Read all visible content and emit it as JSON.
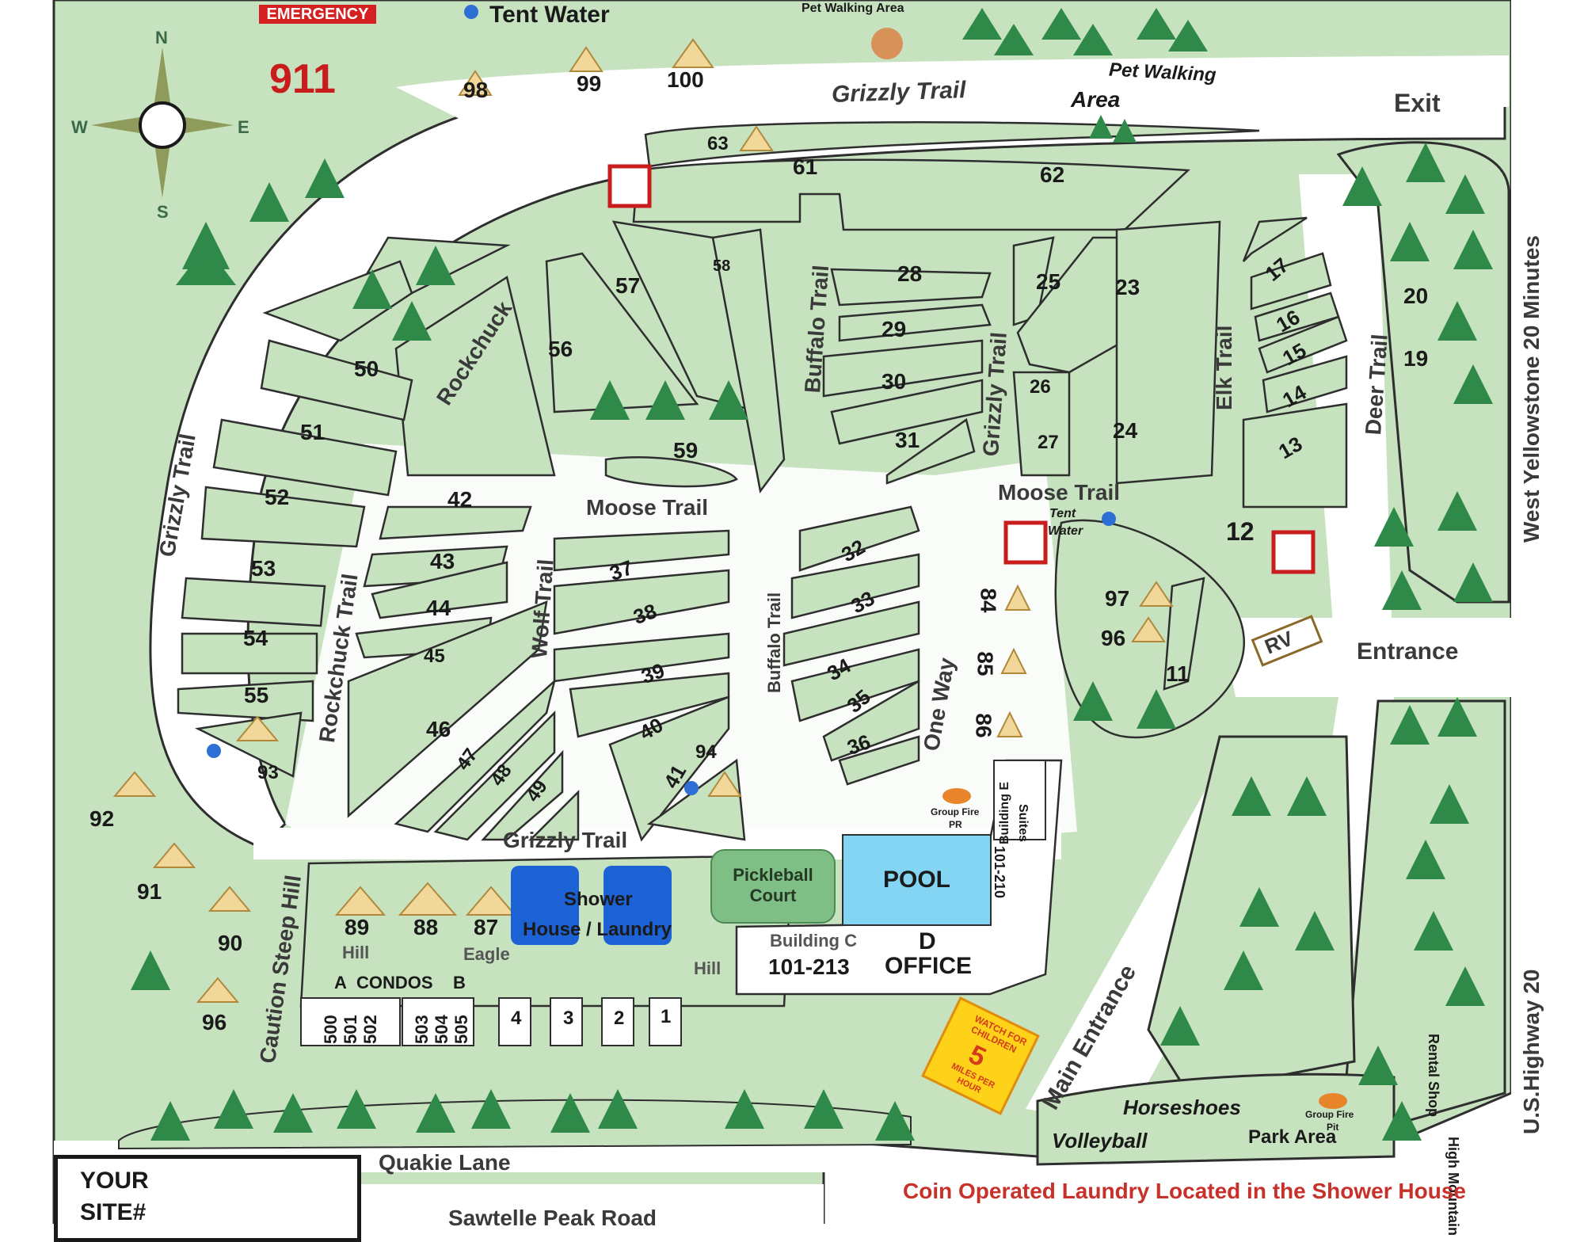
{
  "colors": {
    "grass": "#c6e2bf",
    "road": "#ffffff",
    "outline": "#2e2e2e",
    "tree": "#2f8a4a",
    "tent": "#f2d79a",
    "pool": "#84d4f3",
    "pickleball": "#7fbe85",
    "facility_blue": "#1d62d4",
    "emergency_red": "#d42020",
    "coin_text": "#c8302a",
    "sign_yellow": "#ffd21a"
  },
  "header": {
    "emergency": "EMERGENCY",
    "emergency_number": "911",
    "tent_water_top": "Tent Water",
    "pet_walking_area_top": "Pet Walking Area",
    "pet_walking_label_1": "Pet Walking",
    "pet_walking_label_2": "Area"
  },
  "compass": {
    "n": "N",
    "s": "S",
    "e": "E",
    "w": "W"
  },
  "roads": {
    "grizzly_trail_top": "Grizzly Trail",
    "grizzly_trail_left": "Grizzly Trail",
    "grizzly_trail_mid": "Grizzly Trail",
    "grizzly_trail_bottom": "Grizzly Trail",
    "rockchuck": "Rockchuck",
    "rockchuck_trail": "Rockchuck Trail",
    "buffalo_trail_upper": "Buffalo Trail",
    "buffalo_trail_lower": "Buffalo Trail",
    "moose_trail_left": "Moose Trail",
    "moose_trail_right": "Moose Trail",
    "wolf_trail": "Wolf Trail",
    "elk_trail": "Elk Trail",
    "deer_trail": "Deer Trail",
    "one_way": "One Way",
    "caution_steep_hill": "Caution Steep Hill",
    "main_entrance": "Main Entrance",
    "quakie_lane": "Quakie Lane",
    "sawtelle_peak_road": "Sawtelle Peak Road",
    "us_highway": "U.S.Highway 20",
    "west_yellowstone": "West Yellowstone 20 Minutes",
    "exit": "Exit",
    "entrance": "Entrance",
    "rv": "RV",
    "hill_left": "Hill",
    "hill_right": "Hill",
    "eagle": "Eagle"
  },
  "sites": {
    "s98": "98",
    "s99": "99",
    "s100": "100",
    "s63": "63",
    "s61": "61",
    "s62": "62",
    "s50": "50",
    "s51": "51",
    "s52": "52",
    "s53": "53",
    "s54": "54",
    "s55": "55",
    "s57": "57",
    "s56": "56",
    "s58": "58",
    "s59": "59",
    "s42": "42",
    "s43": "43",
    "s44": "44",
    "s45": "45",
    "s46": "46",
    "s47": "47",
    "s48": "48",
    "s49": "49",
    "s37": "37",
    "s38": "38",
    "s39": "39",
    "s40": "40",
    "s41": "41",
    "s28": "28",
    "s29": "29",
    "s30": "30",
    "s31": "31",
    "s32": "32",
    "s33": "33",
    "s34": "34",
    "s35": "35",
    "s36": "36",
    "s25": "25",
    "s23": "23",
    "s26": "26",
    "s27": "27",
    "s24": "24",
    "s17": "17",
    "s16": "16",
    "s15": "15",
    "s14": "14",
    "s13": "13",
    "s20": "20",
    "s19": "19",
    "s12": "12",
    "s11": "11",
    "s97": "97",
    "s96": "96",
    "s84": "84",
    "s85": "85",
    "s86": "86",
    "s93": "93",
    "s94": "94",
    "s92": "92",
    "s91": "91",
    "s90": "90",
    "s96b": "96",
    "s89": "89",
    "s88": "88",
    "s87": "87",
    "s500": "500",
    "s501": "501",
    "s502": "502",
    "s503": "503",
    "s504": "504",
    "s505": "505",
    "s4": "4",
    "s3": "3",
    "s2": "2",
    "s1": "1"
  },
  "facilities": {
    "tent_water_mid_1": "Tent",
    "tent_water_mid_2": "Water",
    "pickleball_1": "Pickleball",
    "pickleball_2": "Court",
    "pool": "POOL",
    "shower_1": "Shower",
    "shower_2": "House / Laundry",
    "building_c": "Building C",
    "building_c_units": "101-213",
    "building_d": "D",
    "office": "OFFICE",
    "building_e": "Building E",
    "building_e_units": "101-210",
    "suites": "Suites",
    "group_fire_pr": "Group Fire",
    "pr": "PR",
    "group_fire_pit_1": "Group Fire",
    "group_fire_pit_2": "Pit",
    "condos_a": "A",
    "condos": "CONDOS",
    "condos_b": "B",
    "horseshoes": "Horseshoes",
    "volleyball": "Volleyball",
    "park_area": "Park Area",
    "rental_1": "High Mountain",
    "rental_2": "Rental Shop"
  },
  "sign": {
    "watch_1": "WATCH FOR",
    "watch_2": "CHILDREN",
    "speed": "5",
    "mph_1": "MILES PER",
    "mph_2": "HOUR"
  },
  "footer": {
    "your_site_1": "YOUR",
    "your_site_2": "SITE#",
    "coin_note": "Coin Operated Laundry Located in the Shower House"
  }
}
